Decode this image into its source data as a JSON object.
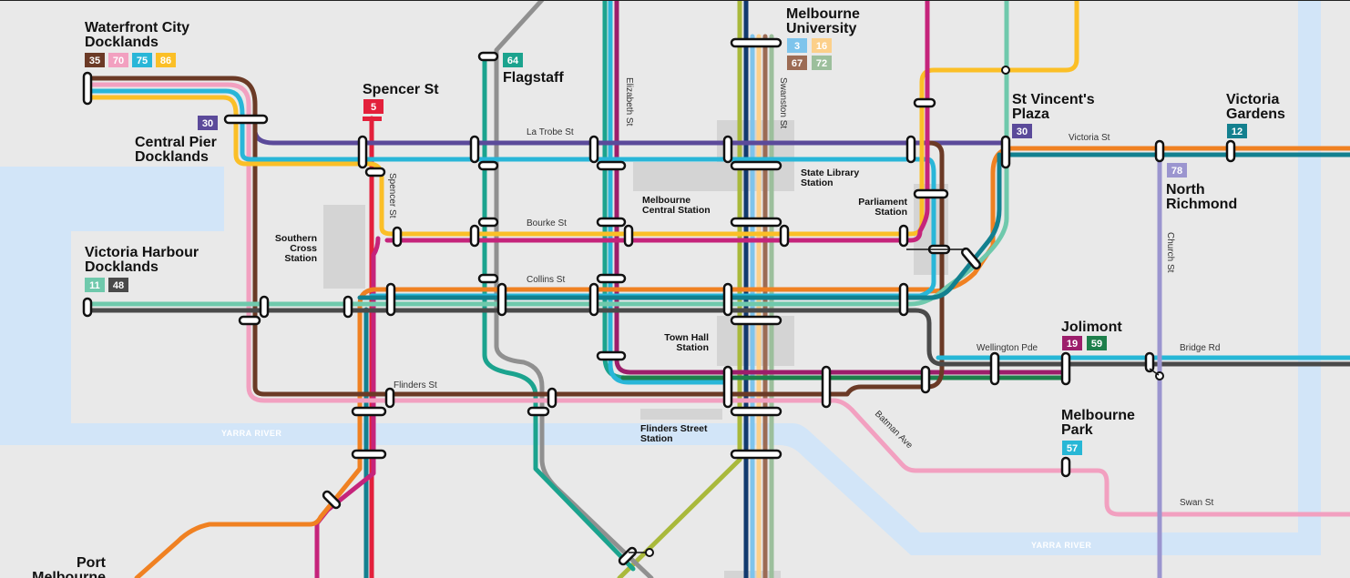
{
  "title": "",
  "colors": {
    "route_35": "#6b3a26",
    "route_70": "#f2a0c0",
    "route_75": "#29b6d8",
    "route_86": "#fbbf27",
    "route_30": "#5b4a9a",
    "route_5": "#e3203b",
    "route_64": "#1ba38e",
    "route_11": "#6fc9ac",
    "route_48": "#4a4a4a",
    "route_3": "#7ec4ec",
    "route_16": "#fcd08a",
    "route_67": "#9c6b54",
    "route_72": "#9cbf9c",
    "route_12": "#13808f",
    "route_78": "#9b95cf",
    "route_19": "#9c1e6b",
    "route_59": "#1e7f4b",
    "route_57": "#27b7d6",
    "orange": "#f08122",
    "lime": "#a9b93b",
    "navy": "#123a6e",
    "grey": "#909090",
    "magenta": "#c5247b"
  },
  "stops": {
    "waterfront": {
      "name_1": "Waterfront City",
      "name_2": "Docklands",
      "routes": [
        "35",
        "70",
        "75",
        "86"
      ]
    },
    "central_pier": {
      "name_1": "Central Pier",
      "name_2": "Docklands",
      "routes": [
        "30"
      ]
    },
    "spencer": {
      "name_1": "Spencer St",
      "routes": [
        "5"
      ]
    },
    "flagstaff": {
      "name_1": "Flagstaff",
      "routes": [
        "64"
      ]
    },
    "melb_uni": {
      "name_1": "Melbourne",
      "name_2": "University",
      "routes": [
        "3",
        "16",
        "67",
        "72"
      ]
    },
    "st_vincents": {
      "name_1": "St Vincent's",
      "name_2": "Plaza",
      "routes": [
        "30"
      ]
    },
    "victoria_gardens": {
      "name_1": "Victoria",
      "name_2": "Gardens",
      "routes": [
        "12"
      ]
    },
    "north_richmond": {
      "name_1": "North",
      "name_2": "Richmond",
      "routes": [
        "78"
      ]
    },
    "victoria_harbour": {
      "name_1": "Victoria Harbour",
      "name_2": "Docklands",
      "routes": [
        "11",
        "48"
      ]
    },
    "jolimont": {
      "name_1": "Jolimont",
      "routes": [
        "19",
        "59"
      ]
    },
    "melbourne_park": {
      "name_1": "Melbourne",
      "name_2": "Park",
      "routes": [
        "57"
      ]
    },
    "port_melbourne": {
      "name_1": "Port",
      "name_2": "Melbourne"
    }
  },
  "stations": {
    "southern_cross": [
      "Southern",
      "Cross",
      "Station"
    ],
    "melbourne_central": [
      "Melbourne",
      "Central Station"
    ],
    "state_library": [
      "State Library",
      "Station"
    ],
    "parliament": [
      "Parliament",
      "Station"
    ],
    "town_hall": [
      "Town Hall",
      "Station"
    ],
    "flinders_street": [
      "Flinders Street",
      "Station"
    ]
  },
  "streets": {
    "la_trobe": "La Trobe St",
    "bourke": "Bourke St",
    "collins": "Collins St",
    "flinders": "Flinders St",
    "elizabeth": "Elizabeth St",
    "swanston": "Swanston St",
    "spencer": "Spencer St",
    "victoria": "Victoria St",
    "church": "Church St",
    "wellington": "Wellington Pde",
    "bridge": "Bridge Rd",
    "batman": "Batman Ave",
    "swan": "Swan St"
  },
  "river_label": "YARRA RIVER"
}
